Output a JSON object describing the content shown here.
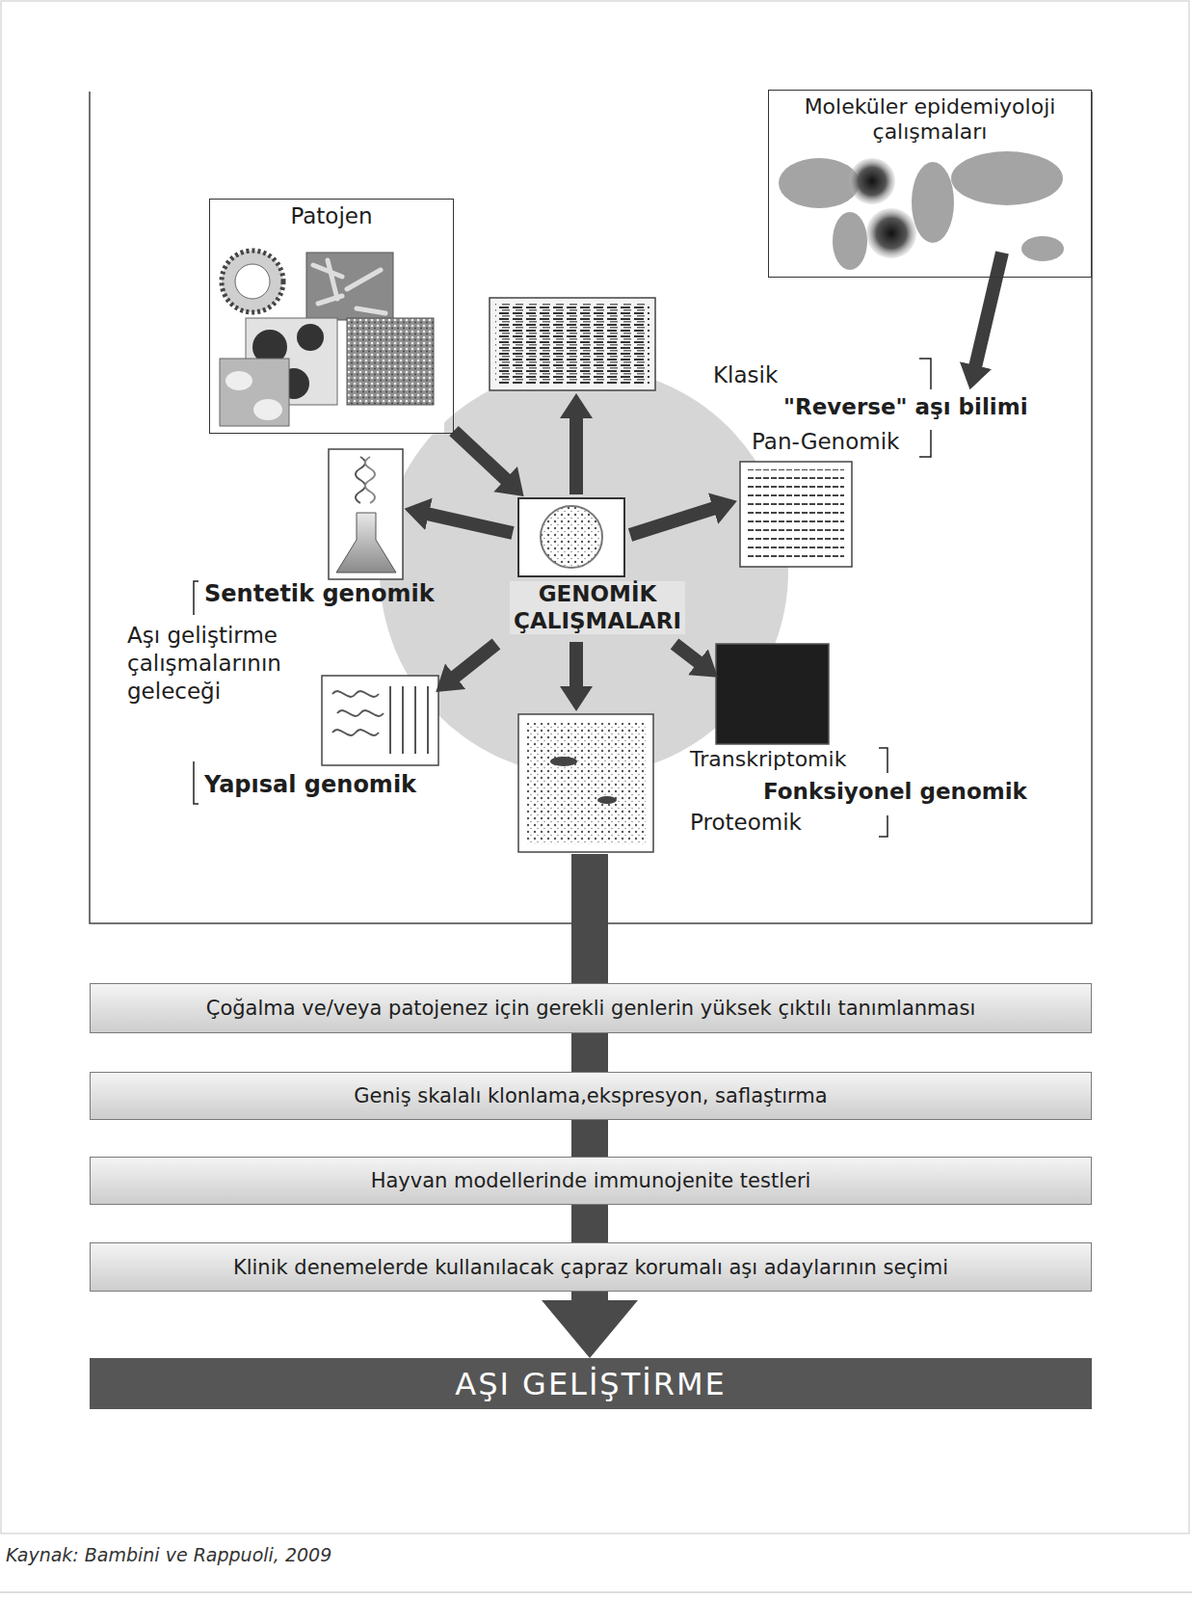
{
  "diagram": {
    "caption": "Kaynak: Bambini ve Rappuoli, 2009",
    "nodes": [
      {
        "text": [
          "Moleküler epidemiyoloji çalışmaları"
        ]
      },
      {
        "text": [
          "Patojen"
        ]
      },
      {
        "text": [
          "GENOMİK ÇALIŞMALARI"
        ]
      },
      {
        "text": [
          "Çoğalma ve/veya patojenez için gerekli genlerin yüksek çıktılı tanımlanması"
        ]
      },
      {
        "text": [
          "Geniş skalalı klonlama,ekspresyon, saflaştırma"
        ]
      },
      {
        "text": [
          "Hayvan modellerinde immunojenite testleri"
        ]
      },
      {
        "text": [
          "Klinik denemelerde kullanılacak çapraz korumalı aşı adaylarının seçimi"
        ]
      },
      {
        "text": [
          "AŞI GELİŞTİRME"
        ]
      }
    ],
    "edges": [
      {
        "from": 1,
        "to": 2,
        "arrow": "to"
      },
      {
        "from": 3,
        "to": 4,
        "arrow": "none"
      },
      {
        "from": 4,
        "to": 5,
        "arrow": "none"
      },
      {
        "from": 5,
        "to": 6,
        "arrow": "none"
      },
      {
        "from": 6,
        "to": 7,
        "arrow": "to"
      }
    ],
    "labels": [
      "Klasik",
      "\"Reverse\" aşı bilimi",
      "Pan-Genomik",
      "Sentetik genomik",
      "Aşı geliştirme çalışmalarının geleceği",
      "Yapısal genomik",
      "Transkriptomik",
      "Fonksiyonel genomik",
      "Proteomik"
    ]
  }
}
